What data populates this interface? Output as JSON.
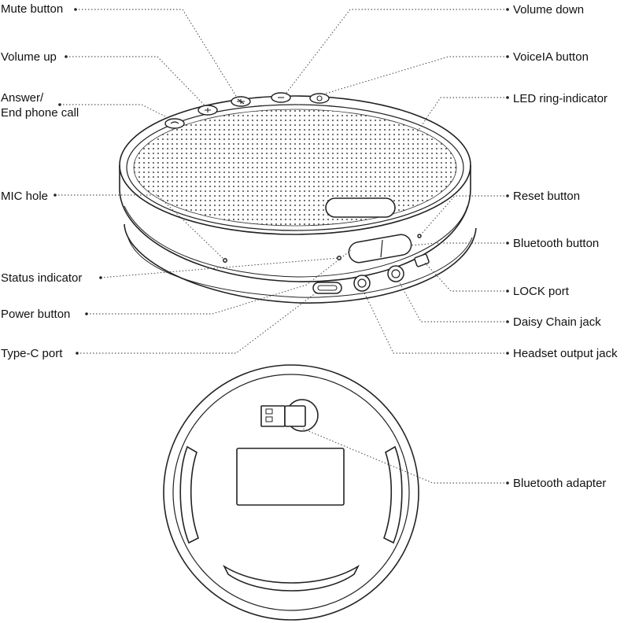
{
  "labels": {
    "mute": "Mute button",
    "volume_up": "Volume up",
    "answer_line1": "Answer/",
    "answer_line2": "End phone call",
    "mic_hole": "MIC hole",
    "status_indicator": "Status indicator",
    "power_button": "Power button",
    "type_c_port": "Type-C port",
    "volume_down": "Volume down",
    "voicela_button": "VoiceIA button",
    "led_ring": "LED ring-indicator",
    "reset_button": "Reset button",
    "bluetooth_button": "Bluetooth button",
    "lock_port": "LOCK port",
    "daisy_chain": "Daisy Chain jack",
    "headset_output": "Headset output jack",
    "bluetooth_adapter": "Bluetooth adapter"
  },
  "colors": {
    "line": "#222222",
    "background": "#ffffff",
    "grille_dot": "#444444"
  },
  "icons": [
    "phone-icon",
    "plus-icon",
    "mute-icon",
    "minus-icon",
    "voicela-icon"
  ]
}
